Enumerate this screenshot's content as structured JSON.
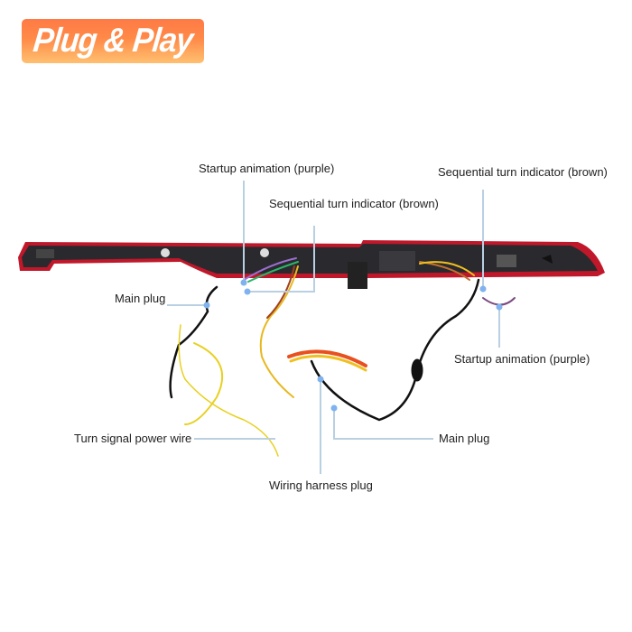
{
  "badge": {
    "text": "Plug & Play",
    "color_top": "#ff7a45",
    "color_bottom": "#ffc070"
  },
  "labels": {
    "startup_top": "Startup animation (purple)",
    "sequential_center": "Sequential turn indicator (brown)",
    "sequential_right": "Sequential turn indicator (brown)",
    "main_plug_left": "Main plug",
    "startup_right": "Startup animation (purple)",
    "turn_signal_power": "Turn signal power wire",
    "main_plug_right": "Main plug",
    "wiring_harness_plug": "Wiring harness plug"
  },
  "colors": {
    "leader": "#b9d0e2",
    "dot": "#7fb2ee",
    "housing": "#2a2a2e",
    "lens_red": "#c0182a"
  }
}
